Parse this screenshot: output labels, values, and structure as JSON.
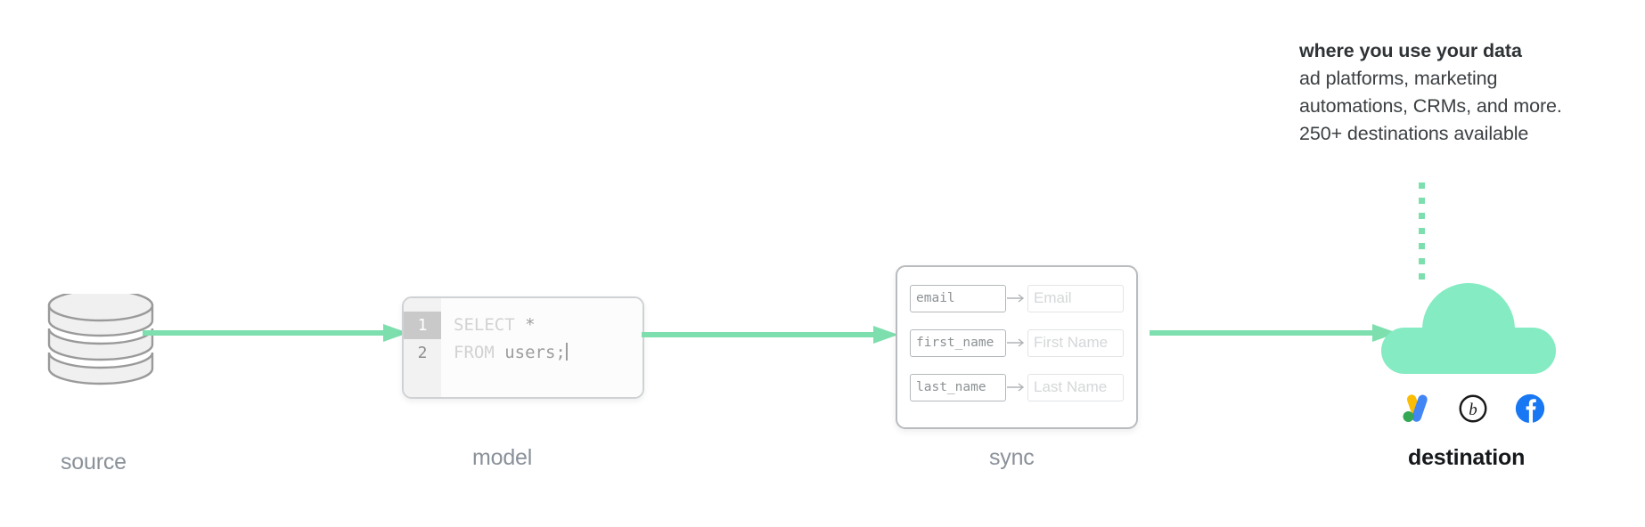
{
  "caption": {
    "title": "where you use your data",
    "lines": [
      "ad platforms, marketing",
      "automations, CRMs, and more.",
      "250+ destinations available"
    ]
  },
  "stages": {
    "source": {
      "label": "source",
      "icon": "database-icon",
      "active": false
    },
    "model": {
      "label": "model",
      "active": false
    },
    "sync": {
      "label": "sync",
      "active": false
    },
    "destination": {
      "label": "destination",
      "active": true
    }
  },
  "model": {
    "code_lines": [
      {
        "number": "1",
        "keyword": "SELECT",
        "rest": " *",
        "highlighted": true
      },
      {
        "number": "2",
        "keyword": "FROM",
        "rest": " users;",
        "highlighted": false
      }
    ]
  },
  "sync": {
    "mappings": [
      {
        "source_field": "email",
        "destination_field": "Email"
      },
      {
        "source_field": "first_name",
        "destination_field": "First Name"
      },
      {
        "source_field": "last_name",
        "destination_field": "Last Name"
      }
    ]
  },
  "destination": {
    "logos": [
      {
        "name": "google-ads-logo",
        "label": "Google Ads"
      },
      {
        "name": "braze-logo",
        "label": "Braze"
      },
      {
        "name": "facebook-logo",
        "label": "Facebook"
      }
    ],
    "dot_count": 7
  },
  "colors": {
    "accent_green": "#84ebc2",
    "arrow_green": "#7edfae",
    "dot_green": "#7edfae",
    "label_gray": "#8a9199",
    "label_active": "#16191c",
    "caption_text": "#3c4043",
    "background": "#ffffff",
    "google_ads_blue": "#4285f4",
    "google_ads_yellow": "#fbbc04",
    "google_ads_green": "#34a853",
    "facebook_blue": "#1877f2",
    "braze_black": "#1a1a1a"
  }
}
